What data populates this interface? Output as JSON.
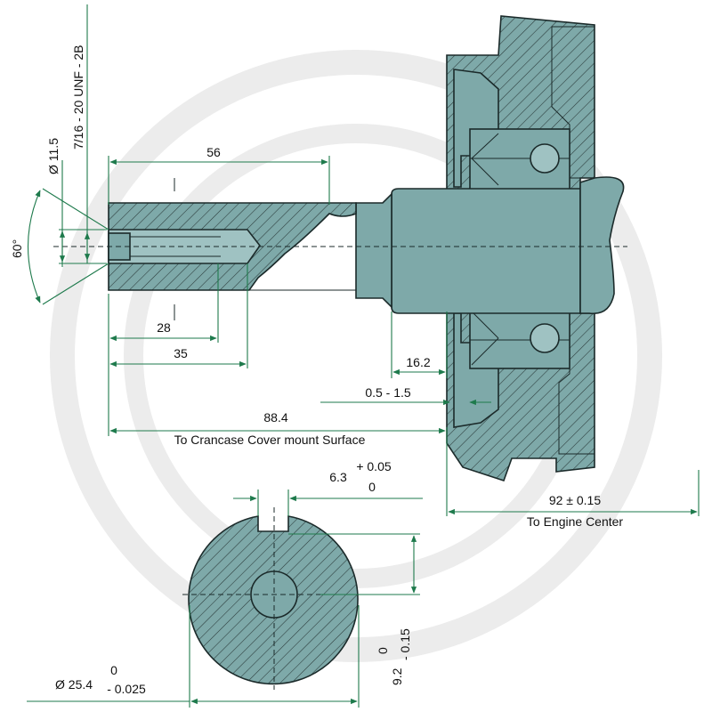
{
  "colors": {
    "body_fill": "#7ea9a9",
    "hatch": "#2a3a3a",
    "dimension": "#1e7a4c",
    "watermark": "#ececec"
  },
  "labels": {
    "thread": "7/16 - 20 UNF - 2B",
    "bore_dia": "Ø 11.5",
    "angle": "60°",
    "len_56": "56",
    "len_28": "28",
    "len_35": "35",
    "len_16_2": "16.2",
    "gap": "0.5 - 1.5",
    "len_88_4": "88.4",
    "cover_note": "To Crancase Cover mount Surface",
    "len_92": "92 ± 0.15",
    "engine_center": "To Engine Center",
    "key_width": "6.3",
    "key_tol_upper": "+ 0.05",
    "key_tol_lower": "0",
    "shaft_dia": "Ø 25.4",
    "shaft_tol_upper": "0",
    "shaft_tol_lower": "- 0.025",
    "key_depth": "9.2",
    "depth_tol_upper": "0",
    "depth_tol_lower": "- 0.15"
  }
}
